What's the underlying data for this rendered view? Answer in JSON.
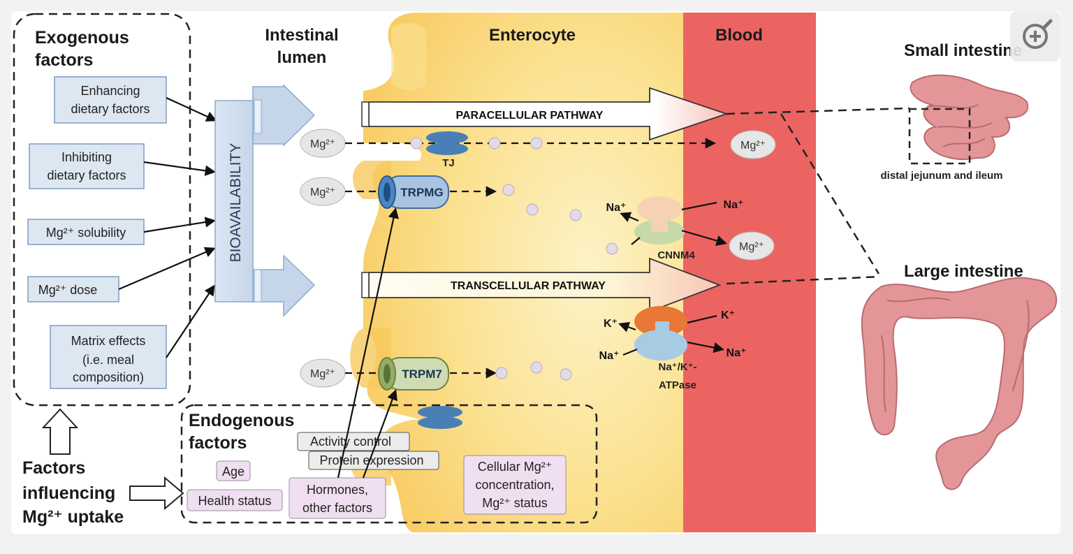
{
  "exogenous": {
    "title_line1": "Exogenous",
    "title_line2": "factors",
    "boxes": [
      {
        "lines": [
          "Enhancing",
          "dietary factors"
        ]
      },
      {
        "lines": [
          "Inhibiting",
          "dietary factors"
        ]
      },
      {
        "lines": [
          "Mg²⁺ solubility"
        ]
      },
      {
        "lines": [
          "Mg²⁺ dose"
        ]
      },
      {
        "lines": [
          "Matrix effects",
          "(i.e. meal",
          "composition)"
        ]
      }
    ],
    "bioavailability": "BIOAVAILABILITY"
  },
  "factors_label": {
    "line1": "Factors",
    "line2": "influencing",
    "line3": "Mg²⁺ uptake"
  },
  "endogenous": {
    "title_line1": "Endogenous",
    "title_line2": "factors",
    "age": "Age",
    "health": "Health status",
    "hormones": [
      "Hormones,",
      "other factors"
    ],
    "activity": "Activity control",
    "protein": "Protein expression",
    "cellular": [
      "Cellular Mg²⁺",
      "concentration,",
      "Mg²⁺ status"
    ]
  },
  "columns": {
    "lumen": [
      "Intestinal",
      "lumen"
    ],
    "enterocyte": "Enterocyte",
    "blood": "Blood"
  },
  "pathways": {
    "paracellular": "PARACELLULAR PATHWAY",
    "transcellular": "TRANSCELLULAR PATHWAY"
  },
  "channels": {
    "tj": "TJ",
    "trpmg": "TRPMG",
    "trpm7": "TRPM7",
    "cnnm4": "CNNM4",
    "atpase": [
      "Na⁺/K⁺-",
      "ATPase"
    ]
  },
  "ions": {
    "mg": "Mg²⁺",
    "na": "Na⁺",
    "k": "K⁺"
  },
  "intestine": {
    "small": "Small intestine",
    "small_caption": "distal jejunum and ileum",
    "large": "Large intestine"
  },
  "colors": {
    "blood": "#ec6461",
    "enterocyte": "#fbd575",
    "intestine": "#e49597",
    "box_blue": "#dde7f2",
    "box_pink": "#f0dff0"
  }
}
